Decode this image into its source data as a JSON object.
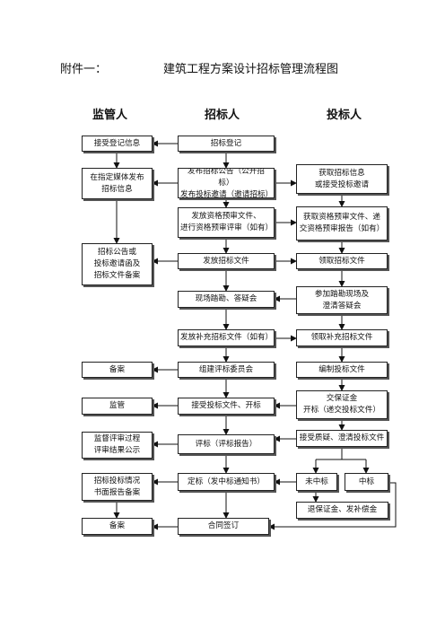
{
  "header": {
    "prefix": "附件一：",
    "title": "建筑工程方案设计招标管理流程图"
  },
  "columns": {
    "supervisor": "监管人",
    "tenderer": "招标人",
    "bidder": "投标人"
  },
  "boxes": {
    "s1": "接受登记信息",
    "s2": "在指定媒体发布\n招标信息",
    "s3": "招标公告或\n投标邀请函及\n招标文件备案",
    "s4": "备案",
    "s5": "监管",
    "s6": "监督评审过程\n评审结果公示",
    "s7": "招标投标情况\n书面报告备案",
    "s8": "备案",
    "t1": "招标登记",
    "t2": "发布招标公告（公开招标）\n发布投标邀请（邀请招标）",
    "t3": "发放资格预审文件、\n进行资格预审评审（如有）",
    "t4": "发放招标文件",
    "t5": "现场踏勘、答疑会",
    "t6": "发放补充招标文件（如有）",
    "t7": "组建评标委员会",
    "t8": "接受投标文件、开标",
    "t9": "评标（评标报告）",
    "t10": "定标（发中标通知书）",
    "t11": "合同签订",
    "b1": "获取招标信息\n或接受投标邀请",
    "b2": "获取资格预审文件、递\n交资格预审报告（如有）",
    "b3": "领取招标文件",
    "b4": "参加踏勘现场及\n澄清答疑会",
    "b5": "领取补充招标文件",
    "b6": "编制投标文件",
    "b7": "交保证金\n开标（递交投标文件）",
    "b8": "接受质疑、澄清投标文件",
    "b9": "未中标",
    "b10": "中标",
    "b11": "退保证金、发补偿金"
  }
}
